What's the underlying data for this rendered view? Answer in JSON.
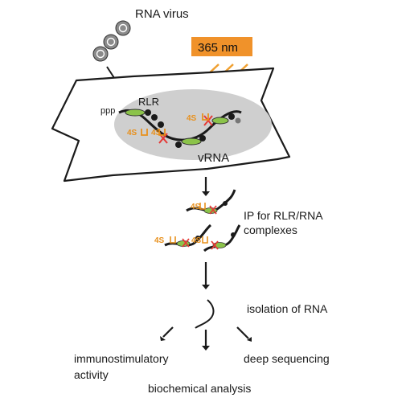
{
  "labels": {
    "virus": "RNA virus",
    "uv": "365 nm",
    "rlr": "RLR",
    "ppp": "ppp",
    "vrna": "vRNA",
    "fours": "4S",
    "ip_line1": "IP for RLR/RNA",
    "ip_line2": "complexes",
    "isolation": "isolation of RNA",
    "immuno_line1": "immunostimulatory",
    "immuno_line2": "activity",
    "deep": "deep sequencing",
    "biochem": "biochemical analysis"
  },
  "colors": {
    "uv_badge": "#f0922a",
    "uv_arrow": "#f0a030",
    "label_4s": "#e8901c",
    "rlr_green": "#8bc34a",
    "crosslink_red": "#e53935",
    "membrane_gray": "#c8c8c8",
    "outline": "#1a1a1a"
  }
}
